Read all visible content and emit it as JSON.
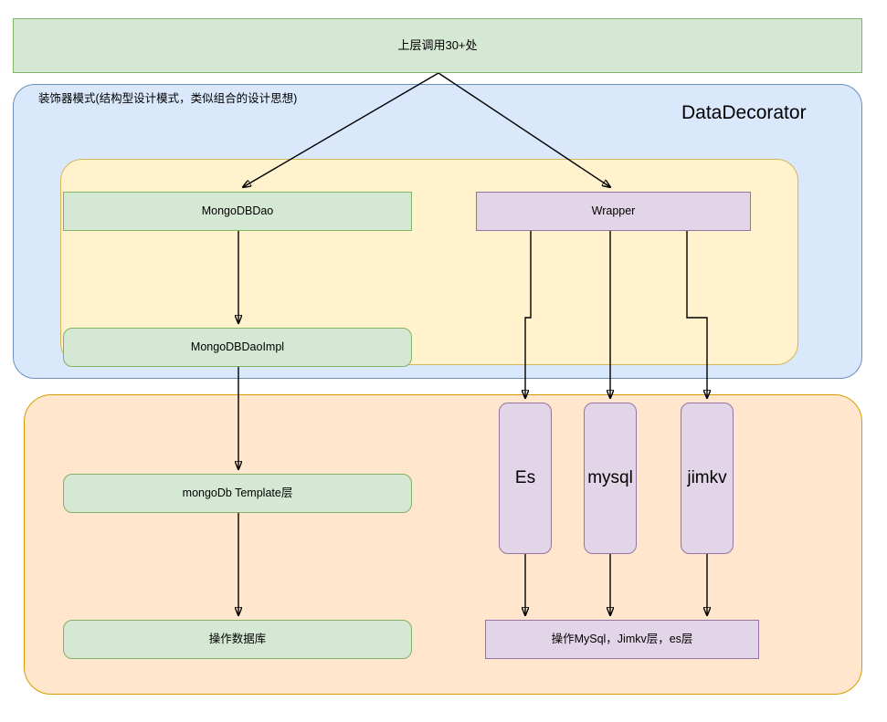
{
  "diagram": {
    "title_text": "DataDecorator",
    "top": {
      "caller_label": "上层调用30+处"
    },
    "decorator": {
      "mode_label": "装饰器模式(结构型设计模式，类似组合的设计思想)",
      "name_label": "DataDecorator"
    },
    "nodes": {
      "mongodbdao": "MongoDBDao",
      "mongodbdaoimpl": "MongoDBDaoImpl",
      "mongodb_template": "mongoDb Template层",
      "operate_db": "操作数据库",
      "wrapper": "Wrapper",
      "es": "Es",
      "mysql": "mysql",
      "jimkv": "jimkv",
      "operate_stores": "操作MySql，Jimkv层，es层"
    },
    "colors": {
      "green_fill": "#d5e8d4",
      "green_stroke": "#82b366",
      "purple_fill": "#e1d5e7",
      "purple_stroke": "#9673a6",
      "blue_fill": "#dae8fc",
      "blue_stroke": "#6c8ebf",
      "yellow_fill": "#fff2cc",
      "yellow_stroke": "#d6b656",
      "orange_fill": "#ffe6cc",
      "orange_stroke": "#d79b00",
      "edge_stroke": "#000000"
    }
  }
}
